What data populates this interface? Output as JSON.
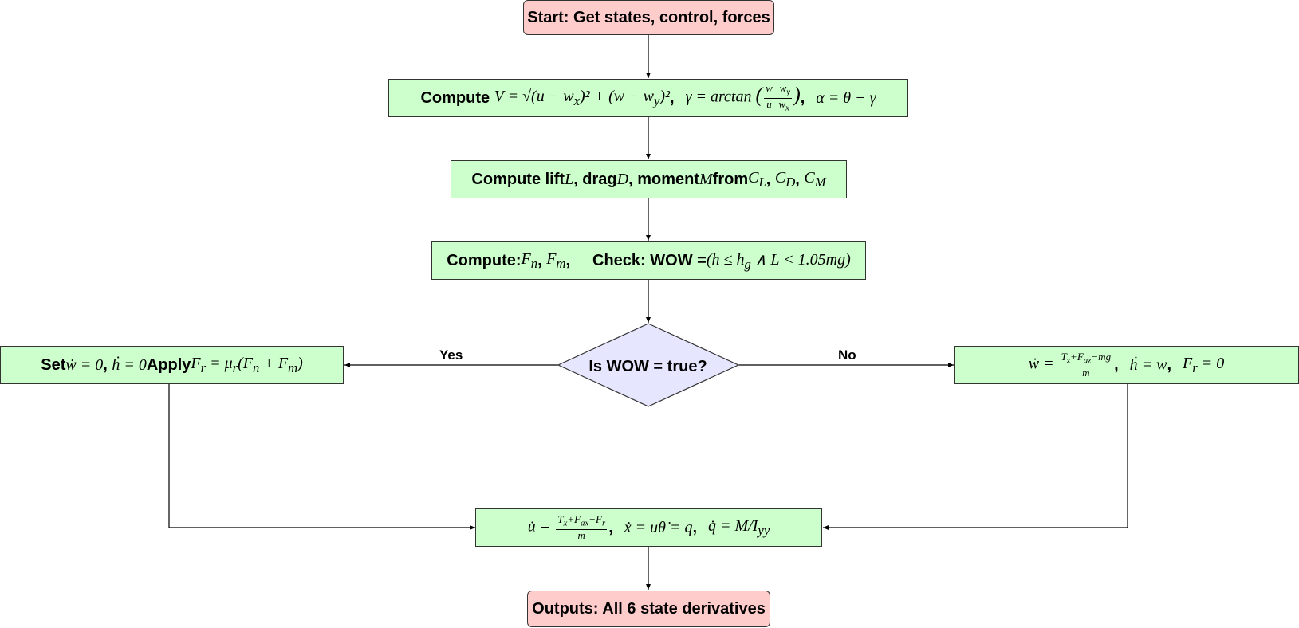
{
  "nodes": {
    "start": "Start: Get states, control, forces",
    "compute_v": {
      "label": "Compute",
      "v_lhs": "V = ",
      "v_rhs": "√(u − w",
      "v_sub1": "x",
      "v_mid": ")² + (w − w",
      "v_sub2": "y",
      "v_end": ")²",
      "gamma": "γ = arctan",
      "frac_num": "w−w",
      "frac_num_sub": "y",
      "frac_den": "u−w",
      "frac_den_sub": "x",
      "alpha": "α = θ − γ"
    },
    "compute_lift": {
      "p1": "Compute lift ",
      "m1": "L",
      "p2": ", drag ",
      "m2": "D",
      "p3": ", moment ",
      "m3": "M",
      "p4": " from ",
      "m4": "C",
      "s4": "L",
      "m5": "C",
      "s5": "D",
      "m6": "C",
      "s6": "M"
    },
    "compute_forces": {
      "label1": "Compute: ",
      "fn": "F",
      "fn_sub": "n",
      "fm": "F",
      "fm_sub": "m",
      "label2": "Check: WOW = ",
      "cond": "(h ≤ h",
      "cond_sub": "g",
      "cond_end": " ∧ L < 1.05mg)"
    },
    "decision": "Is WOW = true?",
    "yes_branch": {
      "set": "Set ",
      "wdot": "ẇ = 0",
      "hdot": "ḣ = 0",
      "apply": "Apply ",
      "fr": "F",
      "fr_sub": "r",
      "fr_eq": " = μ",
      "mu_sub": "r",
      "fr_rhs": "(F",
      "fn_sub": "n",
      "plus": " + F",
      "fm_sub": "m",
      "close": ")"
    },
    "no_branch": {
      "wdot": "ẇ = ",
      "num": "T",
      "num_sub1": "z",
      "num_mid": "+F",
      "num_sub2": "az",
      "num_end": "−mg",
      "den": "m",
      "hdot": "ḣ = w",
      "fr": "F",
      "fr_sub": "r",
      "fr_end": " = 0"
    },
    "merge": {
      "udot": "u̇ = ",
      "num": "T",
      "num_sub1": "x",
      "num_mid": "+F",
      "num_sub2": "ax",
      "num_mid2": "−F",
      "num_sub3": "r",
      "den": "m",
      "xdot": "ẋ = uθ̇ = q",
      "qdot": "q̇ = M/I",
      "qdot_sub": "yy"
    },
    "end": "Outputs: All 6 state derivatives"
  },
  "edge_labels": {
    "yes": "Yes",
    "no": "No"
  },
  "colors": {
    "process": "#ccffcc",
    "terminal": "#ffcccc",
    "decision": "#e6e6ff"
  }
}
